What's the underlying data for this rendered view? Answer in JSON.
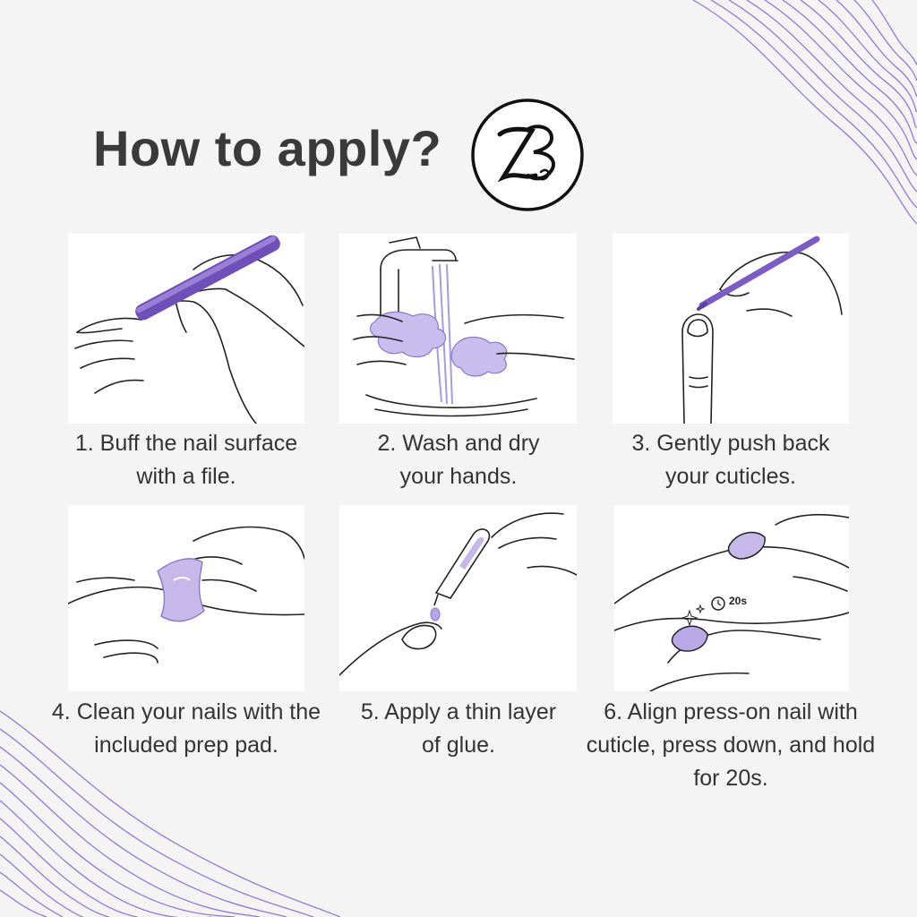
{
  "header": {
    "title": "How to apply?",
    "logo_icon": "zb-monogram-logo"
  },
  "colors": {
    "accent_purple": "#7b5cc4",
    "light_purple": "#c7b8ea",
    "line_purple": "#7a5bd0",
    "text": "#333333",
    "background": "#f4f4f4"
  },
  "steps": [
    {
      "caption_line1": "1. Buff the nail surface",
      "caption_line2": "with a file.",
      "caption_line3": "",
      "icon": "nail-file-buffing-icon"
    },
    {
      "caption_line1": "2. Wash and dry",
      "caption_line2": "your hands.",
      "caption_line3": "",
      "icon": "hand-washing-icon"
    },
    {
      "caption_line1": "3. Gently push back",
      "caption_line2": "your cuticles.",
      "caption_line3": "",
      "icon": "cuticle-pusher-icon"
    },
    {
      "caption_line1": "4. Clean your nails with the",
      "caption_line2": "included prep pad.",
      "caption_line3": "",
      "icon": "prep-pad-icon"
    },
    {
      "caption_line1": "5. Apply a thin layer",
      "caption_line2": "of glue.",
      "caption_line3": "",
      "icon": "glue-bottle-icon"
    },
    {
      "caption_line1": "6. Align press-on nail with",
      "caption_line2": "cuticle, press down, and hold",
      "caption_line3": "for 20s.",
      "icon": "press-on-nail-icon",
      "timer_label": "20s"
    }
  ]
}
